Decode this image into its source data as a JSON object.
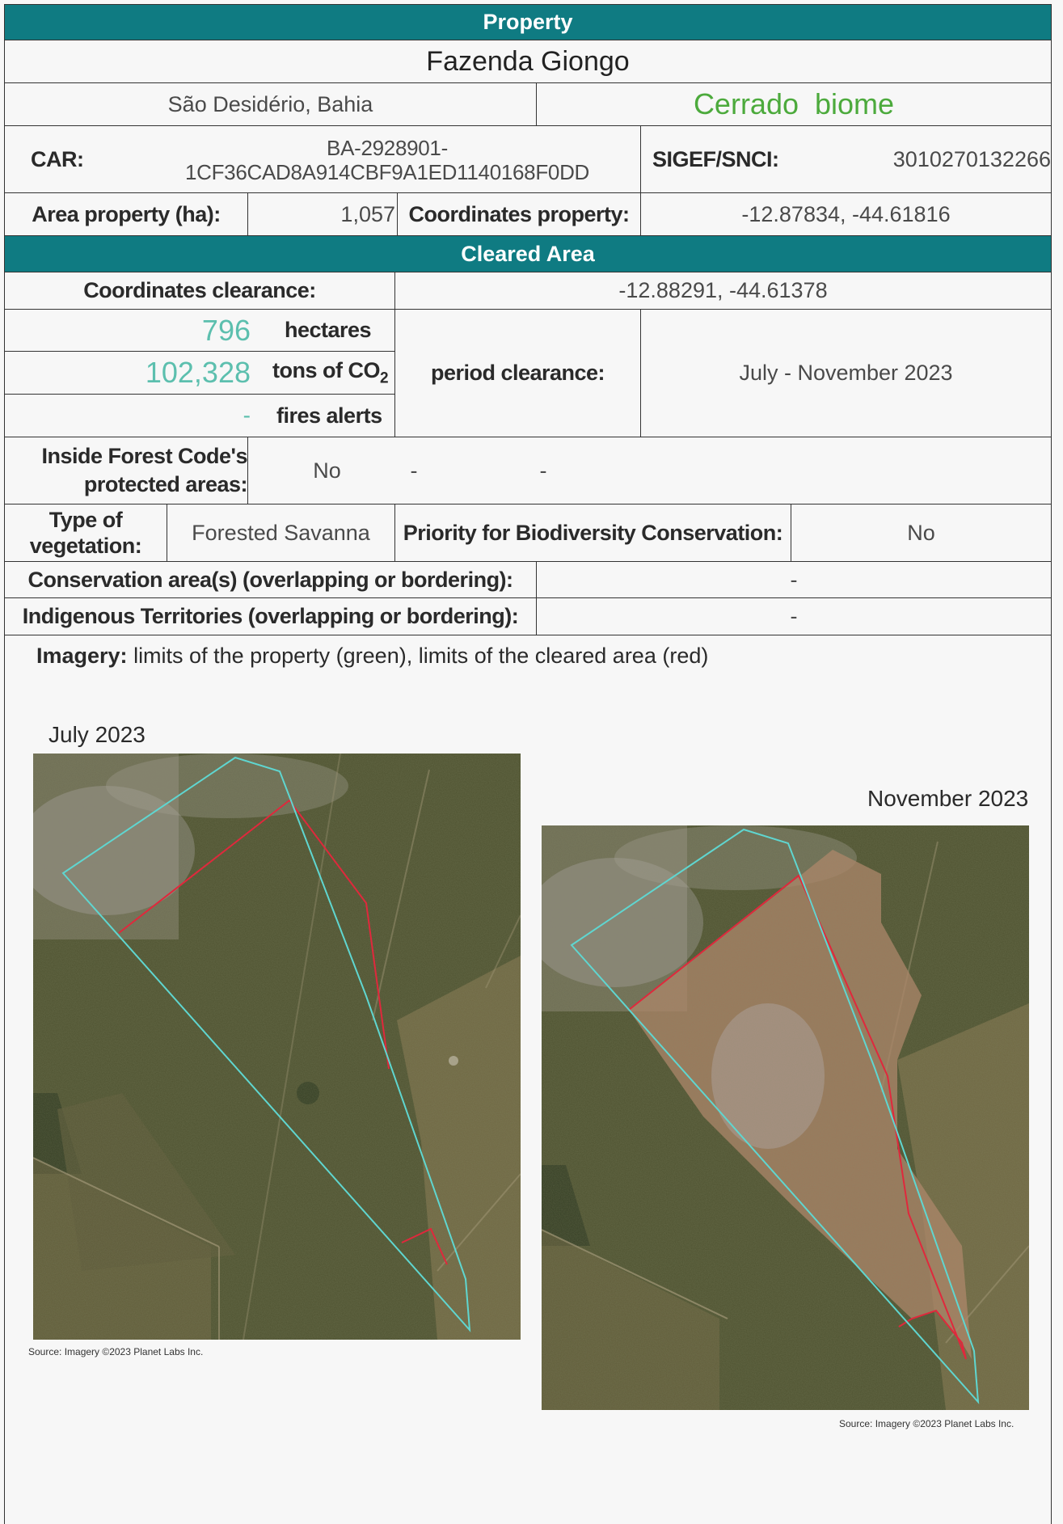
{
  "property_header": "Property",
  "property_name": "Fazenda Giongo",
  "location": "São Desidério, Bahia",
  "biome": "Cerrado  biome",
  "car_label": "CAR:",
  "car_value_line1": "BA-2928901-",
  "car_value_line2": "1CF36CAD8A914CBF9A1ED1140168F0DD",
  "sigef_label": "SIGEF/SNCI:",
  "sigef_value": "3010270132266",
  "area_label": "Area property (ha):",
  "area_value": "1,057",
  "coords_property_label": "Coordinates property:",
  "coords_property_value": "-12.87834, -44.61816",
  "cleared_header": "Cleared Area",
  "coords_clearance_label": "Coordinates clearance:",
  "coords_clearance_value": "-12.88291, -44.61378",
  "hectares_value": "796",
  "hectares_label": "hectares",
  "co2_value": "102,328",
  "co2_label_prefix": "tons of CO",
  "co2_label_sub": "2",
  "fires_value": "-",
  "fires_label": "fires alerts",
  "period_label": "period clearance:",
  "period_value": "July - November 2023",
  "forest_code_label_line1": "Inside Forest Code's",
  "forest_code_label_line2": "protected areas:",
  "forest_code_value": "No",
  "forest_code_dash1": "-",
  "forest_code_dash2": "-",
  "vegetation_label_line1": "Type of",
  "vegetation_label_line2": "vegetation:",
  "vegetation_value": "Forested Savanna",
  "priority_label": "Priority for Biodiversity Conservation:",
  "priority_value": "No",
  "conservation_label": "Conservation area(s) (overlapping or bordering):",
  "conservation_value": "-",
  "indigenous_label": "Indigenous Territories (overlapping or bordering):",
  "indigenous_value": "-",
  "imagery_label": "Imagery:",
  "imagery_text": " limits of the property (green), limits of the cleared area (red)",
  "image_before_title": "July 2023",
  "image_after_title": "November 2023",
  "source_note": "Source: Imagery ©2023 Planet Labs Inc.",
  "colors": {
    "band": "#0f7b82",
    "teal_number": "#5cbfae",
    "biome_green": "#4caa3c",
    "property_outline": "#5fd6d0",
    "cleared_outline": "#e0283c"
  }
}
